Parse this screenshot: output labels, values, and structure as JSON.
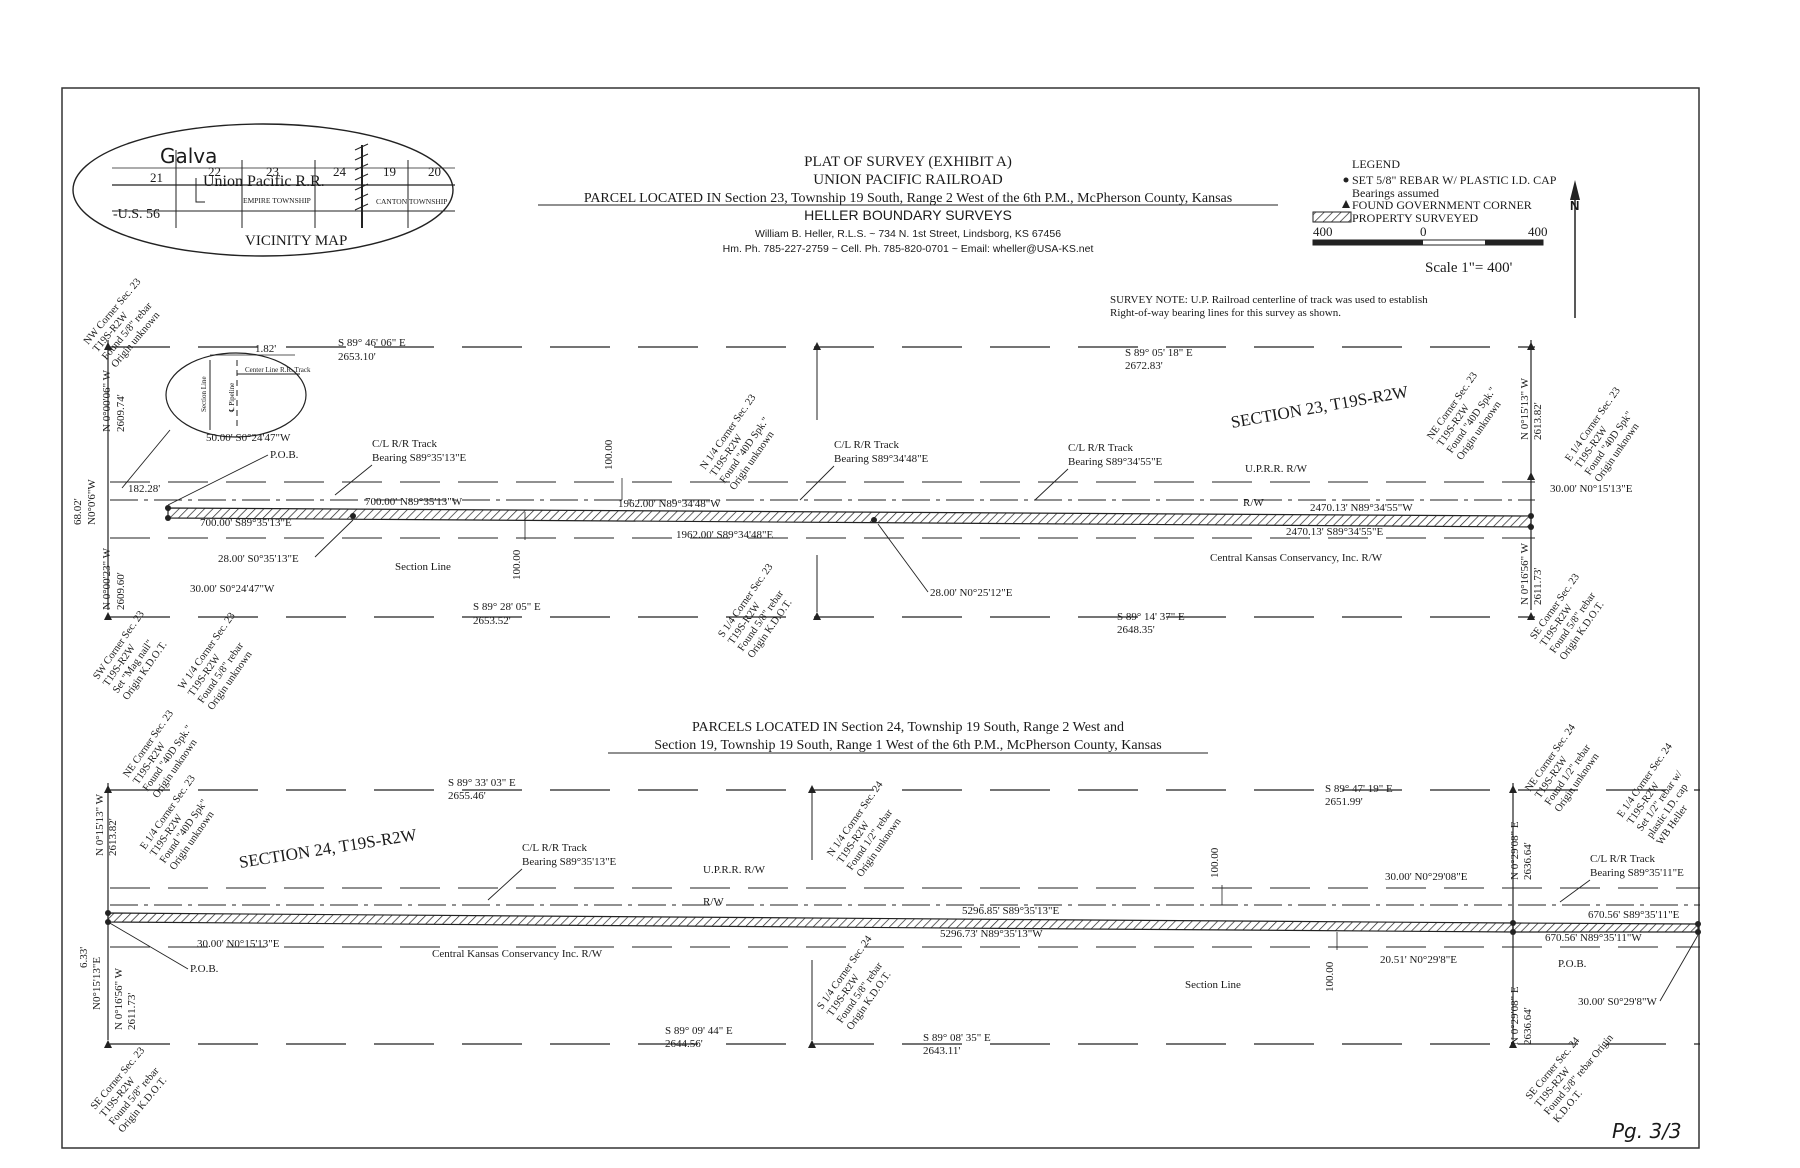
{
  "title_block": {
    "line1": "PLAT OF SURVEY (EXHIBIT A)",
    "line2": "UNION PACIFIC RAILROAD",
    "line3": "PARCEL LOCATED IN Section 23, Township 19 South, Range 2 West of the 6th P.M., McPherson County, Kansas",
    "line4": "HELLER BOUNDARY SURVEYS",
    "line5": "William B. Heller, R.L.S. ~ 734 N. 1st Street, Lindsborg, KS 67456",
    "line6": "Hm. Ph. 785-227-2759 ~ Cell. Ph. 785-820-0701 ~ Email: wheller@USA-KS.net"
  },
  "legend": {
    "heading": "LEGEND",
    "rebar": "SET 5/8\" REBAR W/ PLASTIC I.D. CAP",
    "bearings": "Bearings assumed",
    "corner": "FOUND GOVERNMENT CORNER",
    "surveyed": "PROPERTY SURVEYED",
    "scale_left": "400",
    "scale_mid": "0",
    "scale_right": "400",
    "scale": "Scale 1\"= 400'",
    "north": "N"
  },
  "vicinity": {
    "galva": "Galva",
    "sec21": "21",
    "sec22": "22",
    "sec23": "23",
    "sec24": "24",
    "sec19": "19",
    "sec20": "20",
    "rr": "Union Pacific R.R.",
    "empire": "EMPIRE TOWNSHIP",
    "canton": "CANTON TOWNSHIP",
    "us56": "-U.S. 56",
    "label": "VICINITY MAP"
  },
  "note": {
    "line1": "SURVEY NOTE:  U.P. Railroad centerline of track was used to establish",
    "line2": "Right-of-way bearing lines for this survey as shown."
  },
  "top": {
    "section_label": "SECTION 23, T19S-R2W",
    "b_top_left": "S 89° 46' 06\" E",
    "d_top_left": "2653.10'",
    "b_top_right": "S 89° 05' 18\" E",
    "d_top_right": "2672.83'",
    "b_bot_left": "S 89° 28' 05\" E",
    "d_bot_left": "2653.52'",
    "b_bot_right": "S 89° 14' 37\" E",
    "d_bot_right": "2648.35'",
    "west_upper": "N 0°00'06\" W",
    "west_upper_dist": "2609.74'",
    "west_lower": "N 0°00'23\" W",
    "west_lower_dist": "2609.60'",
    "west_width": "68.02'",
    "west_width_b": "N0°0'6\"W",
    "east_upper": "N 0°15'13\" W",
    "east_upper_dist": "2613.82'",
    "east_lower": "N 0°16'56\" W",
    "east_lower_dist": "2611.73'",
    "inset_dist": "1.82'",
    "inset_cl": "Center Line R.R. Track",
    "inset_sec": "Section Line",
    "inset_p": "℄ Pipeline",
    "call_50": "50.00' S0°24'47\"W",
    "pob": "P.O.B.",
    "d182": "182.28'",
    "cl1a": "C/L R/R Track",
    "cl1b": "Bearing S89°35'13\"E",
    "cl2a": "C/L R/R Track",
    "cl2b": "Bearing S89°34'48\"E",
    "cl3a": "C/L R/R Track",
    "cl3b": "Bearing S89°34'55\"E",
    "d700n": "700.00' N89°35'13\"W",
    "d700s": "700.00' S89°35'13\"E",
    "d1962n": "1962.00' N89°34'48\"W",
    "d1962s": "1962.00' S89°34'48\"E",
    "d2470n": "2470.13' N89°34'55\"W",
    "d2470s": "2470.13' S89°34'55\"E",
    "upprr": "U.P.R.R. R/W",
    "rw": "R/W",
    "d30e": "30.00' N0°15'13\"E",
    "d28a": "28.00' S0°35'13\"E",
    "d28b": "28.00' N0°25'12\"E",
    "d30w": "30.00' S0°24'47\"W",
    "section_line": "Section Line",
    "ckc": "Central Kansas Conservancy, Inc. R/W",
    "h100a": "100.00",
    "h100b": "100.00",
    "c_nw": [
      "NW Corner Sec. 23",
      "T19S-R2W",
      "Found 5/8\" rebar",
      "Origin unknown"
    ],
    "c_n14": [
      "N 1/4 Corner Sec. 23",
      "T19S-R2W",
      "Found \"40D Spk.\"",
      "Origin unknown"
    ],
    "c_ne": [
      "NE Corner Sec. 23",
      "T19S-R2W",
      "Found \"40D Spk.\"",
      "Origin unknown"
    ],
    "c_e14": [
      "E 1/4 Corner Sec. 23",
      "T19S-R2W",
      "Found \"40D Spk\"",
      "Origin unknown"
    ],
    "c_sw": [
      "SW Corner Sec. 23",
      "T19S-R2W",
      "Set \"Mag nail\"",
      "Origin K.D.O.T."
    ],
    "c_w14": [
      "W 1/4 Corner Sec. 23",
      "T19S-R2W",
      "Found 5/8\" rebar",
      "Origin unknown"
    ],
    "c_s14": [
      "S 1/4 Corner Sec. 23",
      "T19S-R2W",
      "Found 5/8\" rebar",
      "Origin K.D.O.T."
    ],
    "c_se": [
      "SE Corner Sec. 23",
      "T19S-R2W",
      "Found 5/8\" rebar",
      "Origin K.D.O.T."
    ]
  },
  "bottom": {
    "title1": "PARCELS LOCATED IN Section 24, Township 19 South, Range 2 West and",
    "title2": "Section 19, Township 19 South, Range 1 West of the 6th P.M., McPherson County, Kansas",
    "section_label": "SECTION 24, T19S-R2W",
    "b_top_left": "S 89° 33' 03\" E",
    "d_top_left": "2655.46'",
    "b_top_right": "S 89° 47' 19\" E",
    "d_top_right": "2651.99'",
    "b_bot_left": "S 89° 09' 44\" E",
    "d_bot_left": "2644.56'",
    "b_bot_right": "S 89° 08' 35\" E",
    "d_bot_right": "2643.11'",
    "west_upper": "N 0°15'13\" W",
    "west_upper_dist": "2613.82'",
    "west_lower": "N 0°16'56\" W",
    "west_lower_dist": "2611.73'",
    "west_width": "6.33'",
    "west_width_b": "N0°15'13\"E",
    "east_upper": "N 0°29'08\" E",
    "east_upper_dist": "2636.64'",
    "east_lower": "N 0°29'08\" E",
    "east_lower_dist": "2636.64'",
    "cla": "C/L R/R Track",
    "clb": "Bearing S89°35'13\"E",
    "cl2a": "C/L R/R Track",
    "cl2b": "Bearing S89°35'11\"E",
    "upprr": "U.P.R.R. R/W",
    "rw": "R/W",
    "d5296s": "5296.85' S89°35'13\"E",
    "d5296n": "5296.73' N89°35'13\"W",
    "d30e": "30.00' N0°15'13\"E",
    "pob": "P.O.B.",
    "ckc": "Central Kansas Conservancy Inc. R/W",
    "d30n": "30.00' N0°29'08\"E",
    "d670s": "670.56' S89°35'11\"E",
    "d670n": "670.56' N89°35'11\"W",
    "d2051": "20.51' N0°29'8\"E",
    "pob2": "P.O.B.",
    "d30s": "30.00' S0°29'8\"W",
    "section_line": "Section Line",
    "h100a": "100.00",
    "h100b": "100.00",
    "c_ne23": [
      "NE Corner Sec. 23",
      "T19S-R2W",
      "Found \"40D Spk.\"",
      "Origin unknown"
    ],
    "c_e14": [
      "E 1/4 Corner Sec. 23",
      "T19S-R2W",
      "Found \"40D Spk\"",
      "Origin unknown"
    ],
    "c_n14": [
      "N 1/4 Corner Sec. 24",
      "T19S-R2W",
      "Found 1/2\" rebar",
      "Origin unknown"
    ],
    "c_ne24": [
      "NE Corner Sec. 24",
      "T19S-R2W",
      "Found 1/2\" rebar",
      "Origin unknown"
    ],
    "c_e14_24": [
      "E 1/4 Corner Sec. 24",
      "T19S-R2W",
      "Set 1/2\" rebar w/",
      "plastic I.D. cap",
      "WB Heller"
    ],
    "c_se23": [
      "SE Corner Sec. 23",
      "T19S-R2W",
      "Found 5/8\" rebar",
      "Origin K.D.O.T."
    ],
    "c_s14": [
      "S 1/4 Corner Sec. 24",
      "T19S-R2W",
      "Found 5/8\" rebar",
      "Origin K.D.O.T."
    ],
    "c_se24": [
      "SE Corner Sec. 24",
      "T19S-R2W",
      "Found 5/8\" rebar Origin",
      "K.D.O.T."
    ]
  },
  "page_mark": "Pg. 3/3"
}
